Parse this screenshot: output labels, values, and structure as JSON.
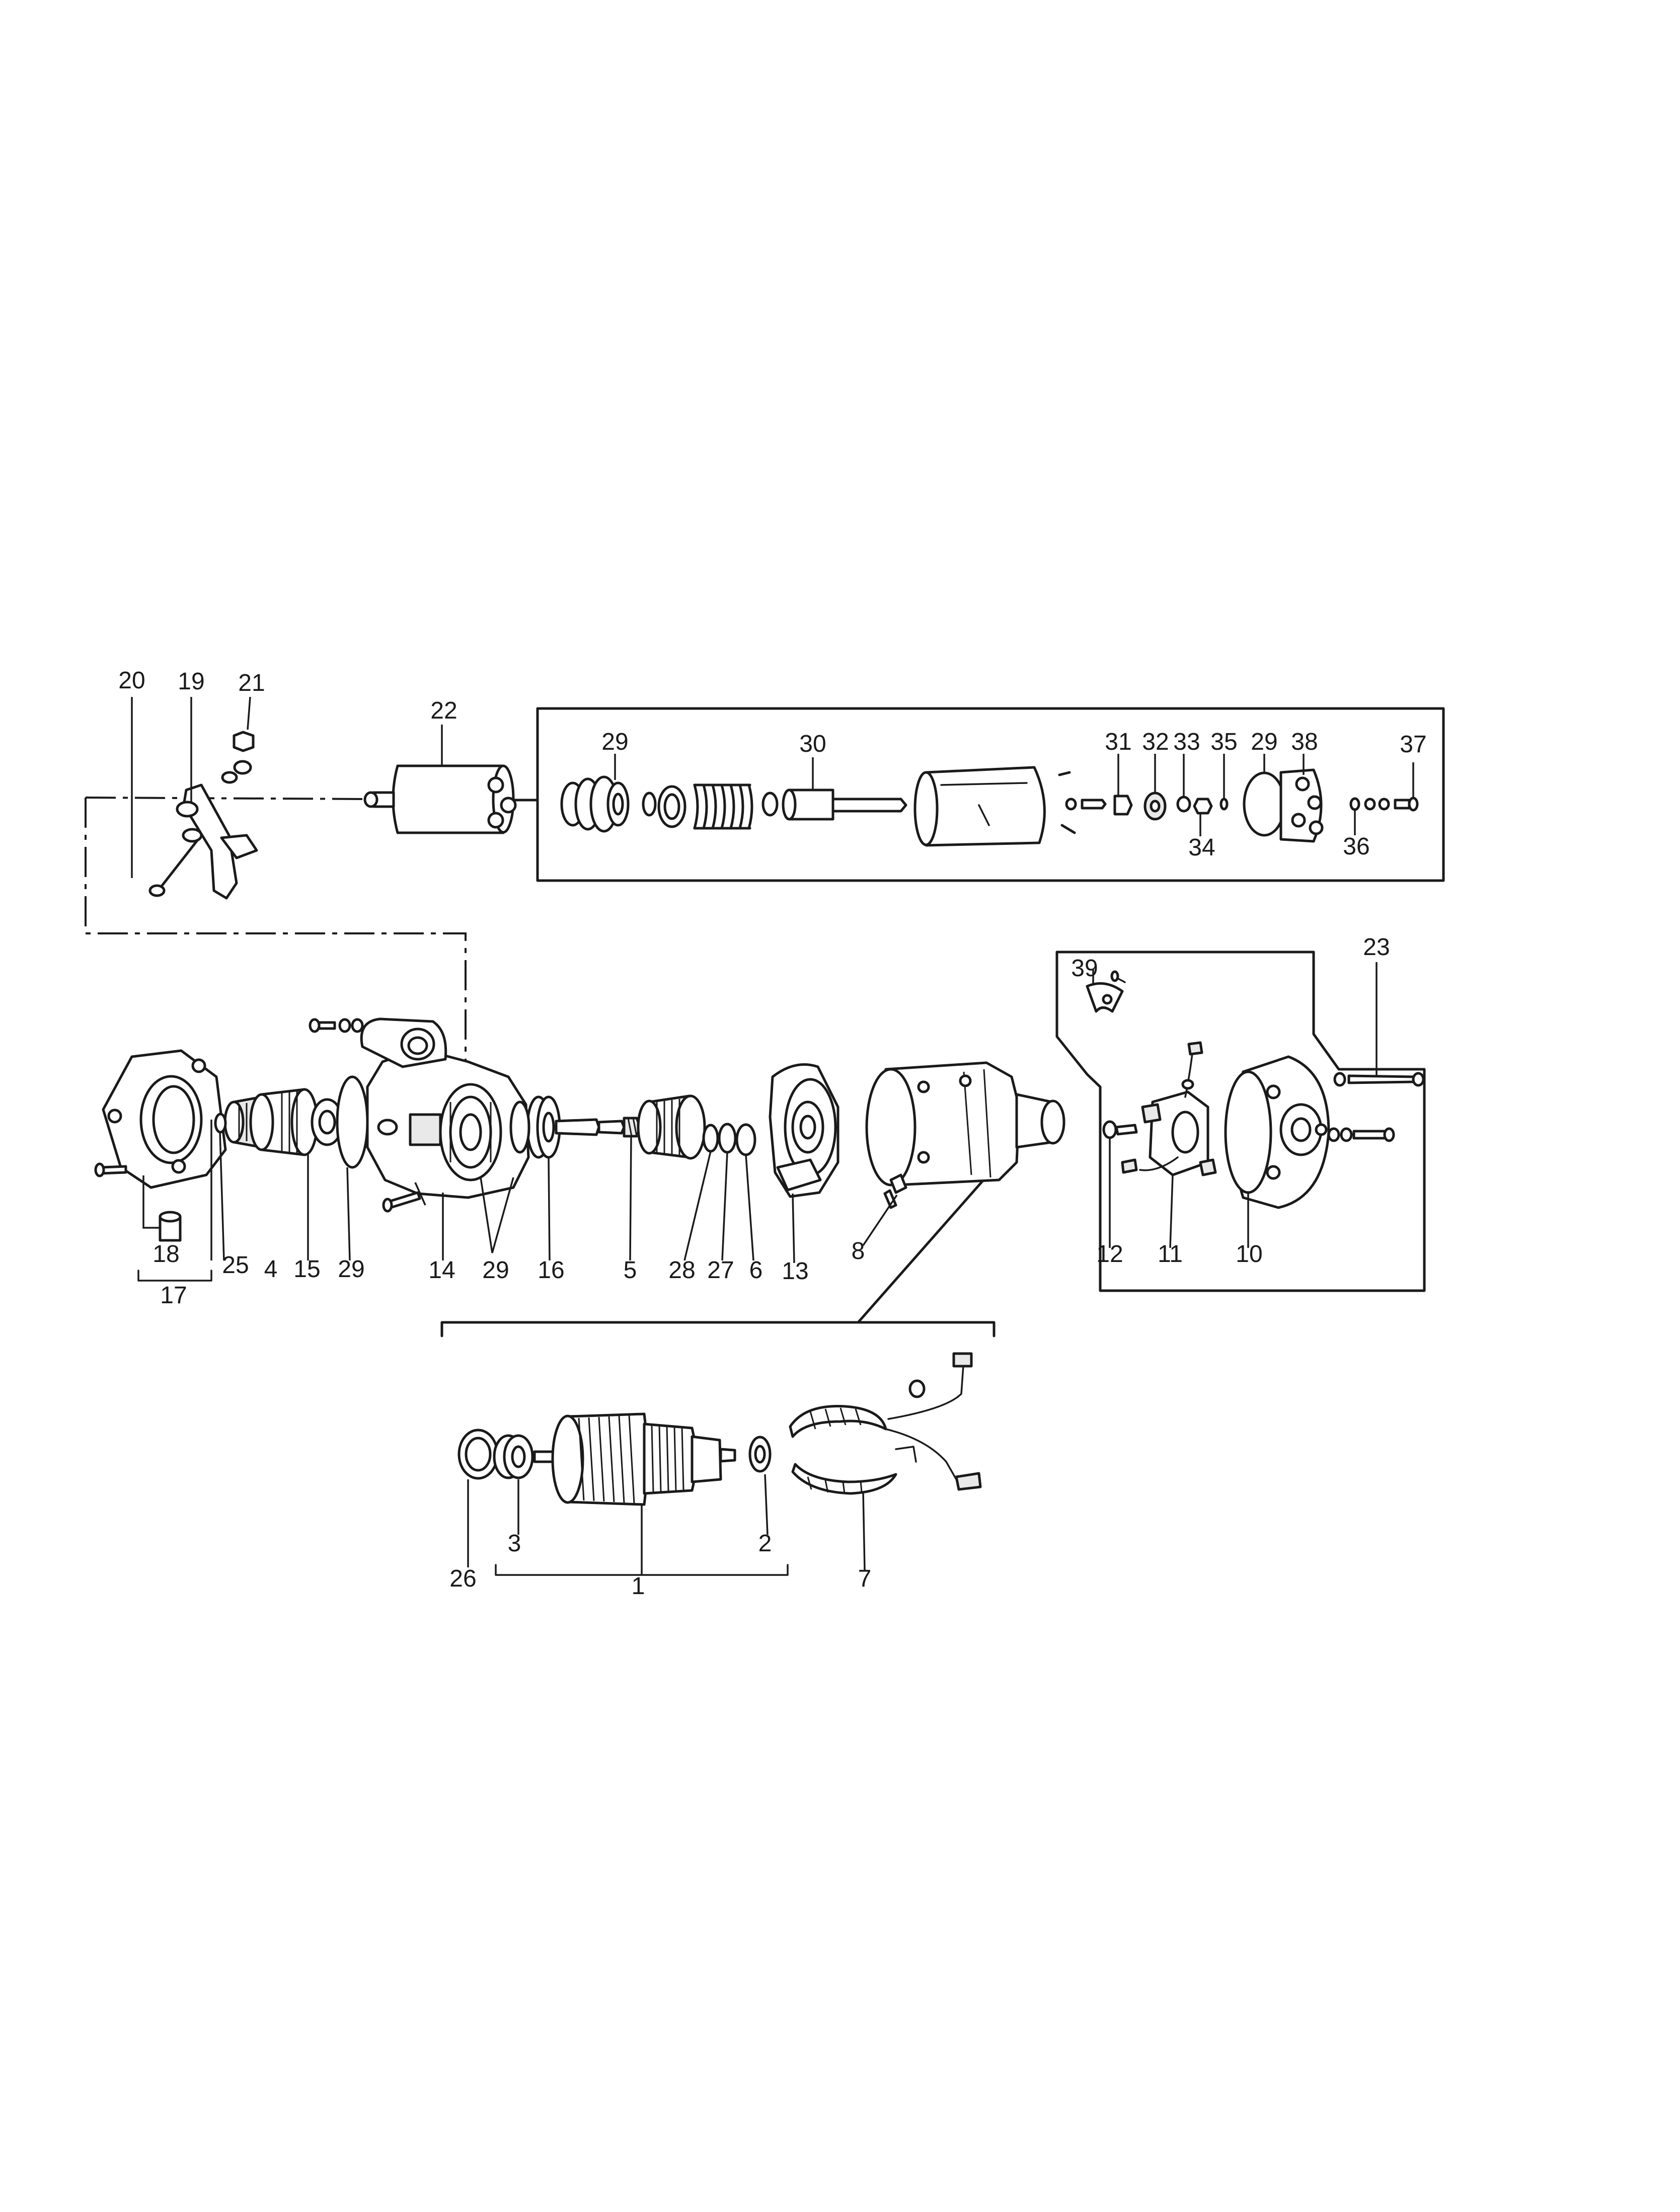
{
  "diagram": {
    "callouts": {
      "c1": "1",
      "c2": "2",
      "c3": "3",
      "c4": "4",
      "c5": "5",
      "c6": "6",
      "c7": "7",
      "c8": "8",
      "c10": "10",
      "c11": "11",
      "c12": "12",
      "c13": "13",
      "c14": "14",
      "c15": "15",
      "c16": "16",
      "c17": "17",
      "c18": "18",
      "c19": "19",
      "c20": "20",
      "c21": "21",
      "c22": "22",
      "c23": "23",
      "c25": "25",
      "c26": "26",
      "c27": "27",
      "c28": "28",
      "c29_lower_a": "29",
      "c29_lower_b": "29",
      "c29_box_left": "29",
      "c29_box_right": "29",
      "c30": "30",
      "c31": "31",
      "c32": "32",
      "c33": "33",
      "c34": "34",
      "c35": "35",
      "c36": "36",
      "c37": "37",
      "c38": "38",
      "c39": "39"
    }
  }
}
